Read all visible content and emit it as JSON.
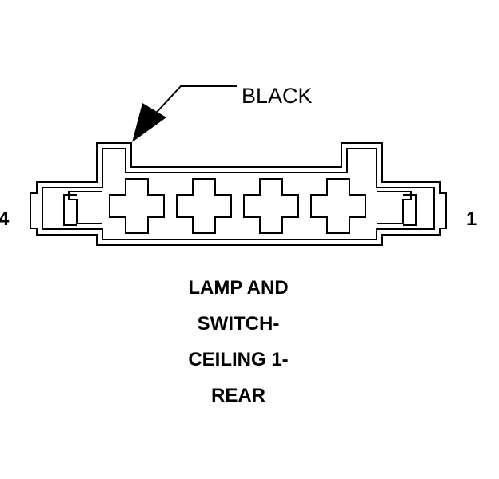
{
  "connector": {
    "wire_color": "BLACK",
    "pin_left": "4",
    "pin_right": "1",
    "caption": [
      "LAMP AND",
      "SWITCH-",
      "CEILING 1-",
      "REAR"
    ],
    "cavity_count": 4
  }
}
